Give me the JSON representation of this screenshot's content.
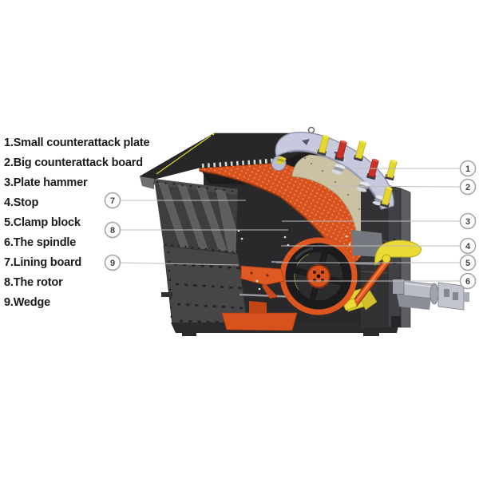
{
  "parts_list": {
    "items": [
      "1.Small counterattack plate",
      "2.Big counterattack board",
      "3.Plate hammer",
      "4.Stop",
      "5.Clamp block",
      "6.The spindle",
      "7.Lining board",
      "8.The rotor",
      "9.Wedge"
    ]
  },
  "callouts": {
    "left": [
      "7",
      "8",
      "9"
    ],
    "right": [
      "1",
      "2",
      "3",
      "4",
      "5",
      "6"
    ]
  },
  "colors": {
    "background": "#ffffff",
    "orange": "#d7521c",
    "orange_dark": "#9e3c10",
    "dark_gray": "#2b2b2d",
    "mid_gray": "#464648",
    "yellow": "#e9da35",
    "red": "#c93026",
    "lavender": "#c7cade",
    "tan": "#cbc2a3",
    "steel": "#b9bcc4",
    "leader_line": "#bcbcbc",
    "text": "#1c1c1c"
  }
}
